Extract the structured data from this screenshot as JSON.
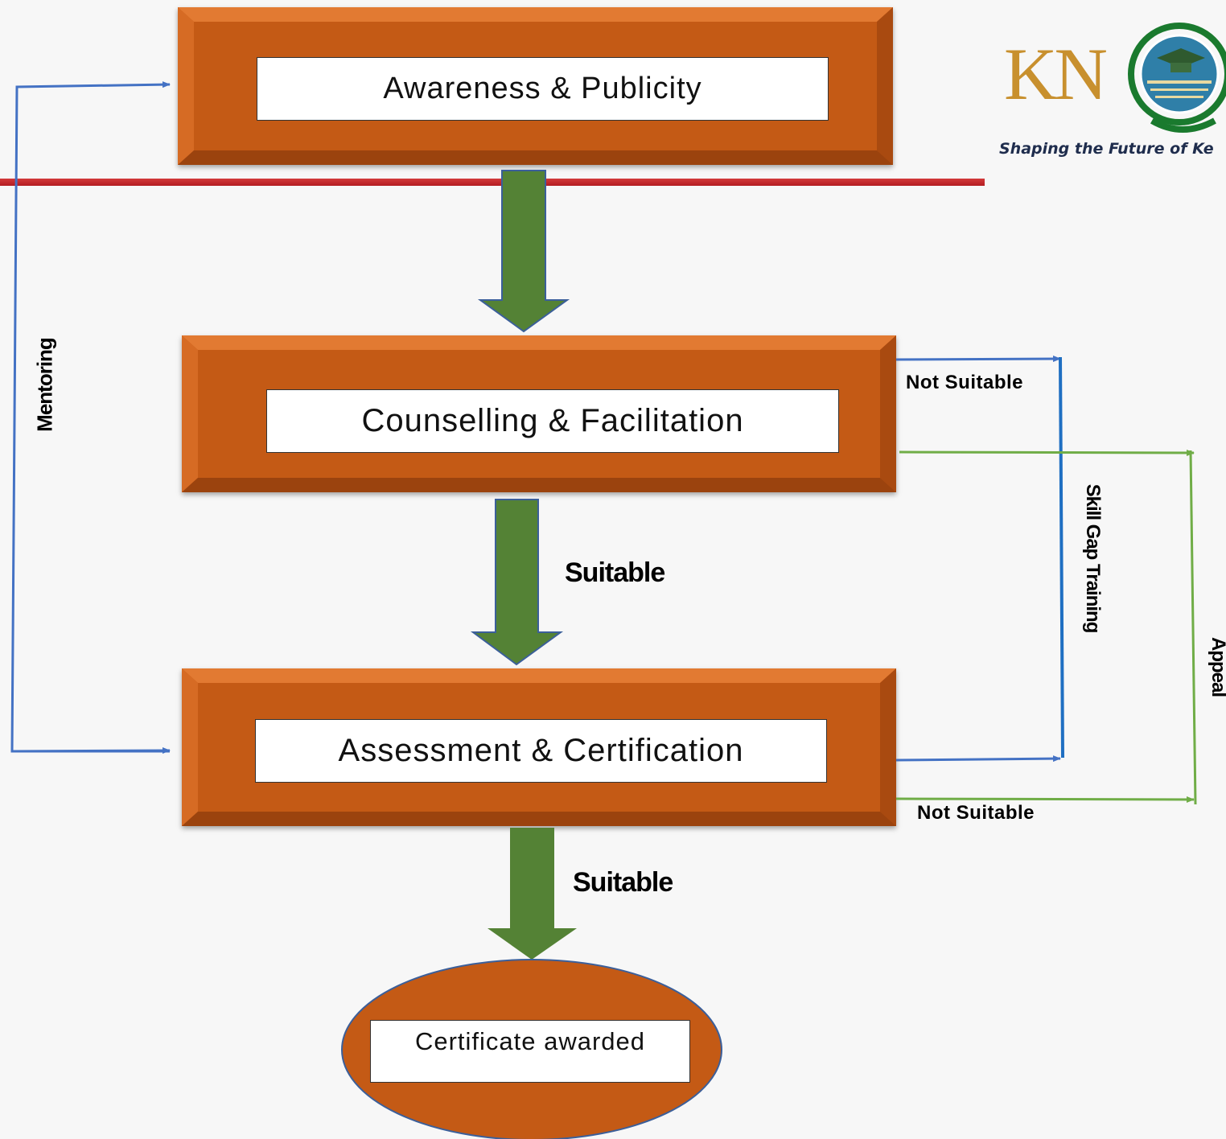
{
  "stages": {
    "awareness": "Awareness & Publicity",
    "counselling": "Counselling & Facilitation",
    "assessment": "Assessment & Certification",
    "certificate": "Certificate awarded"
  },
  "flow_labels": {
    "suitable_1": "Suitable",
    "suitable_2": "Suitable",
    "not_suitable_1": "Not Suitable",
    "not_suitable_2": "Not Suitable",
    "mentoring": "Mentoring",
    "skill_gap_training": "Skill Gap Training",
    "appeal": "Appeal"
  },
  "logo": {
    "letters": "KN",
    "tagline": "Shaping the Future of Ke"
  },
  "colors": {
    "stage_orange": "#c45a15",
    "arrow_green": "#548235",
    "line_blue": "#4472c4",
    "line_green": "#70ad47",
    "divider_red": "#c0262b",
    "logo_gold": "#c8902e"
  }
}
